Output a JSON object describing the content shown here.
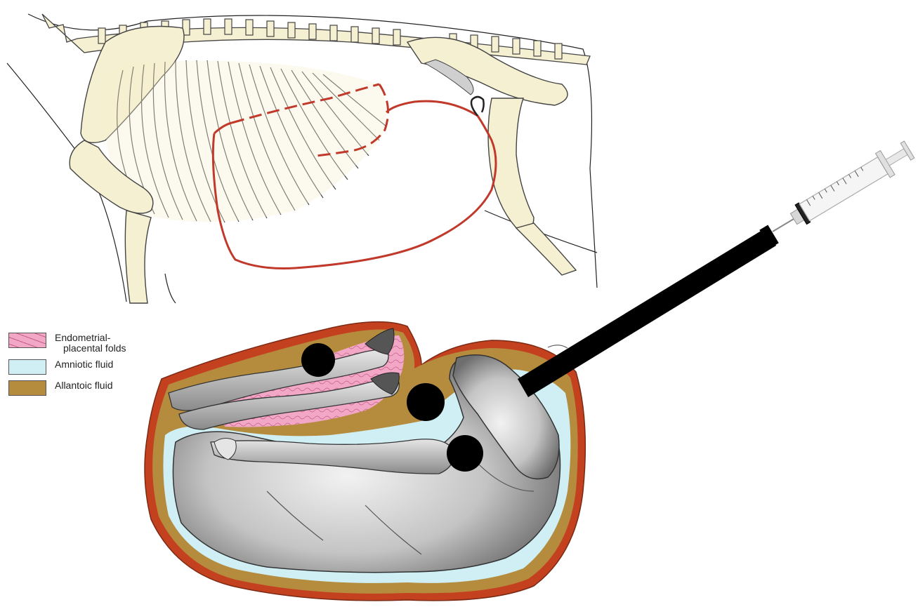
{
  "legend": {
    "items": [
      {
        "key": "endometrial",
        "line1": "Endometrial-",
        "line2": "placental folds",
        "color": "#f2a7c6"
      },
      {
        "key": "amniotic",
        "line1": "Amniotic fluid",
        "line2": "",
        "color": "#cfeff4"
      },
      {
        "key": "allantoic",
        "line1": "Allantoic fluid",
        "line2": "",
        "color": "#b58c3e"
      }
    ]
  },
  "colors": {
    "bone": "#f6f0d2",
    "uterus_outline": "#c0392b",
    "foal": "#b9b9b9",
    "membrane": "#c4411f",
    "probe": "#000000"
  },
  "icons": [
    "syringe-icon",
    "probe-icon",
    "skeleton-illustration",
    "foal-illustration"
  ]
}
